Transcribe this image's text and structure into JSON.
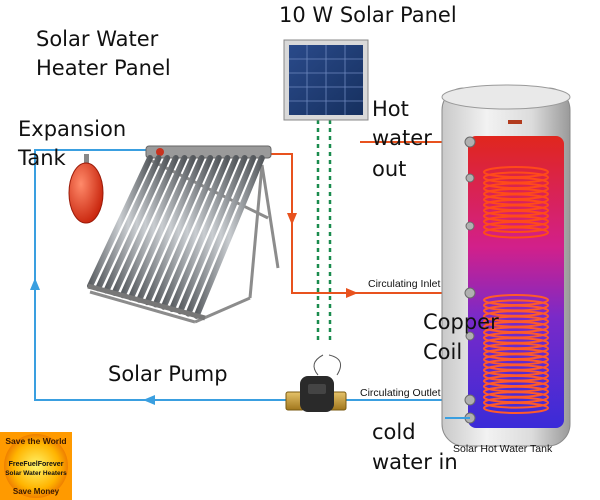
{
  "labels": {
    "solar_panel": "10 W Solar Panel",
    "heater_panel_line1": "Solar Water",
    "heater_panel_line2": "Heater Panel",
    "expansion_line1": "Expansion",
    "expansion_line2": "Tank",
    "hot_water_line1": "Hot",
    "hot_water_line2": "water",
    "hot_water_line3": "out",
    "circ_inlet": "Circulating Inlet",
    "copper_line1": "Copper",
    "copper_line2": "Coil",
    "solar_pump": "Solar Pump",
    "circ_outlet": "Circulating Outlet",
    "cold_line1": "cold",
    "cold_line2": "water in",
    "tank_caption": "Solar Hot Water Tank"
  },
  "logo": {
    "top_text": "Save the World",
    "brand": "FreeFuelForever",
    "tagline": "Solar Water Heaters",
    "bottom_text": "Save Money"
  },
  "colors": {
    "cold_pipe": "#3a9fe0",
    "hot_pipe": "#e8521e",
    "signal_wire": "#1a8c4e",
    "tank_hot": "#e0261d",
    "tank_cold": "#3a2bd8"
  }
}
